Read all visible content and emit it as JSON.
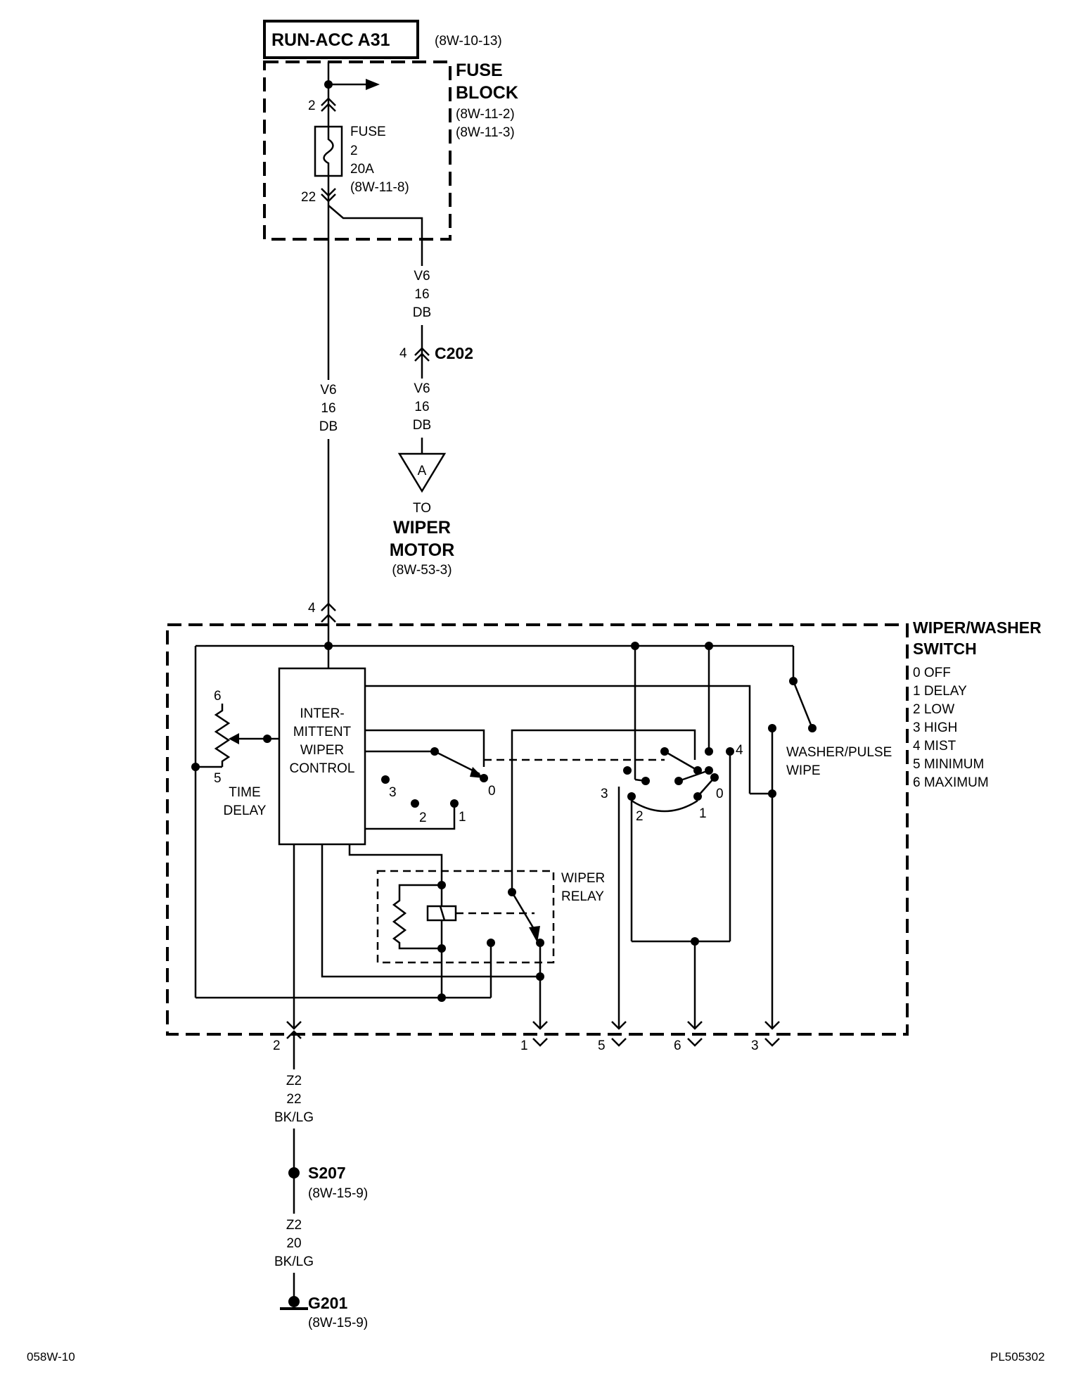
{
  "source": {
    "label": "RUN-ACC A31",
    "ref": "(8W-10-13)"
  },
  "fuse_block": {
    "title1": "FUSE",
    "title2": "BLOCK",
    "ref1": "(8W-11-2)",
    "ref2": "(8W-11-3)",
    "pin_in": "2",
    "pin_out": "22",
    "fuse_l1": "FUSE",
    "fuse_l2": "2",
    "fuse_l3": "20A",
    "fuse_l4": "(8W-11-8)"
  },
  "wire_v6_right_top": {
    "circuit": "V6",
    "gauge": "16",
    "color": "DB"
  },
  "connector_c202": {
    "pin": "4",
    "name": "C202"
  },
  "wire_v6_right_bottom": {
    "circuit": "V6",
    "gauge": "16",
    "color": "DB"
  },
  "wire_v6_left": {
    "circuit": "V6",
    "gauge": "16",
    "color": "DB"
  },
  "wiper_motor": {
    "marker": "A",
    "to": "TO",
    "name1": "WIPER",
    "name2": "MOTOR",
    "ref": "(8W-53-3)"
  },
  "switch": {
    "title1": "WIPER/WASHER",
    "title2": "SWITCH",
    "positions": [
      "0 OFF",
      "1 DELAY",
      "2 LOW",
      "3 HIGH",
      "4 MIST",
      "5 MINIMUM",
      "6 MAXIMUM"
    ],
    "top_pin": "4",
    "control_l1": "INTER-",
    "control_l2": "MITTENT",
    "control_l3": "WIPER",
    "control_l4": "CONTROL",
    "pot_top": "6",
    "pot_bottom": "5",
    "time_delay1": "TIME",
    "time_delay2": "DELAY",
    "relay1": "WIPER",
    "relay2": "RELAY",
    "washer1": "WASHER/PULSE",
    "washer2": "WIPE",
    "left_contacts": {
      "c3": "3",
      "c2": "2",
      "c1": "1",
      "c0": "0"
    },
    "right_contacts": {
      "c3": "3",
      "c2": "2",
      "c1": "1",
      "c0": "0",
      "c4": "4"
    },
    "bottom_pins": {
      "p2": "2",
      "p1": "1",
      "p5": "5",
      "p6": "6",
      "p3": "3"
    }
  },
  "wire_z2_22": {
    "circuit": "Z2",
    "gauge": "22",
    "color": "BK/LG"
  },
  "splice": {
    "name": "S207",
    "ref": "(8W-15-9)"
  },
  "wire_z2_20": {
    "circuit": "Z2",
    "gauge": "20",
    "color": "BK/LG"
  },
  "ground": {
    "name": "G201",
    "ref": "(8W-15-9)"
  },
  "footer": {
    "left": "058W-10",
    "right": "PL505302"
  }
}
